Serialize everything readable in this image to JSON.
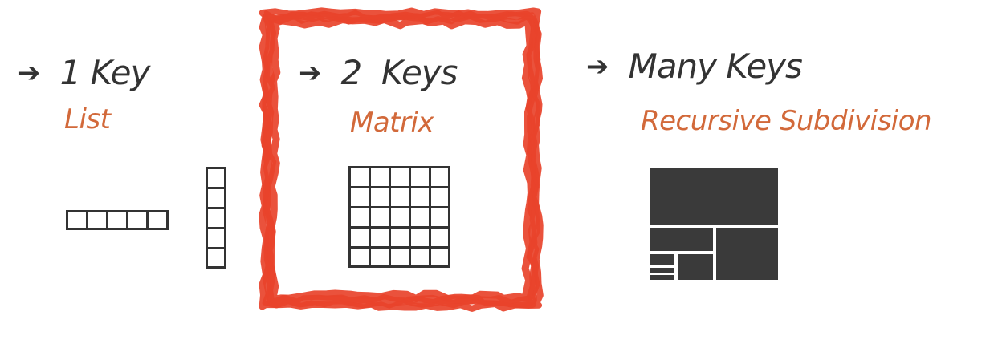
{
  "colors": {
    "text": "#333333",
    "accent": "#d2693a",
    "highlight": "#e8432b",
    "treemap_fill": "#3a3a3a"
  },
  "arrow_glyph": "➔",
  "columns": [
    {
      "title": "1 Key",
      "subtitle": "List"
    },
    {
      "title": "2  Keys",
      "subtitle": "Matrix"
    },
    {
      "title": "Many Keys",
      "subtitle": "Recursive Subdivision"
    }
  ],
  "highlight": {
    "target": "2 Keys column"
  }
}
